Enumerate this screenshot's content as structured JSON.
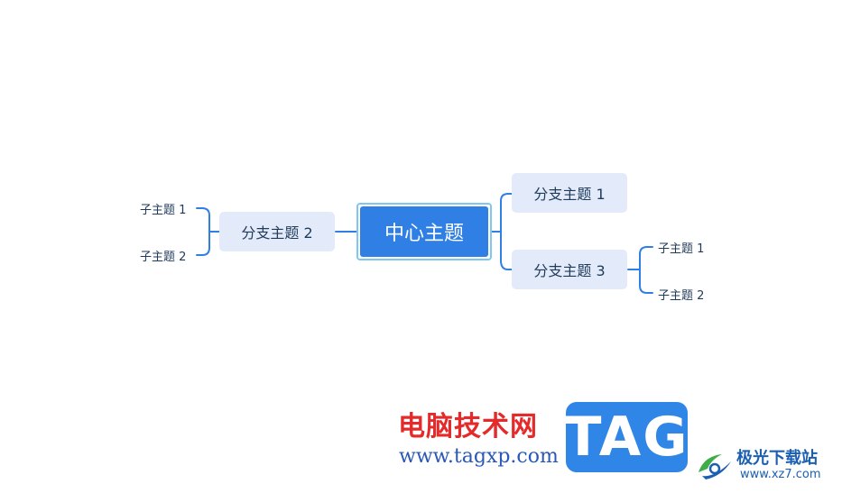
{
  "mindmap": {
    "central": {
      "label": "中心主题"
    },
    "branches": {
      "b1": {
        "label": "分支主题 1"
      },
      "b2": {
        "label": "分支主题 2",
        "subtopics": [
          {
            "label": "子主题 1"
          },
          {
            "label": "子主题 2"
          }
        ]
      },
      "b3": {
        "label": "分支主题 3",
        "subtopics": [
          {
            "label": "子主题 1"
          },
          {
            "label": "子主题 2"
          }
        ]
      }
    }
  },
  "watermark": {
    "site_name": "电脑技术网",
    "site_url": "www.tagxp.com",
    "tag_text": "TAG",
    "partner_name": "极光下载站",
    "partner_url": "www.xz7.com"
  },
  "colors": {
    "central_fill": "#2f7fe5",
    "central_border": "#7fc6f2",
    "branch_fill": "#e3ebfb",
    "connector": "#2f7fe5",
    "watermark_red": "#e42a2a",
    "watermark_blue": "#2f86e6"
  }
}
